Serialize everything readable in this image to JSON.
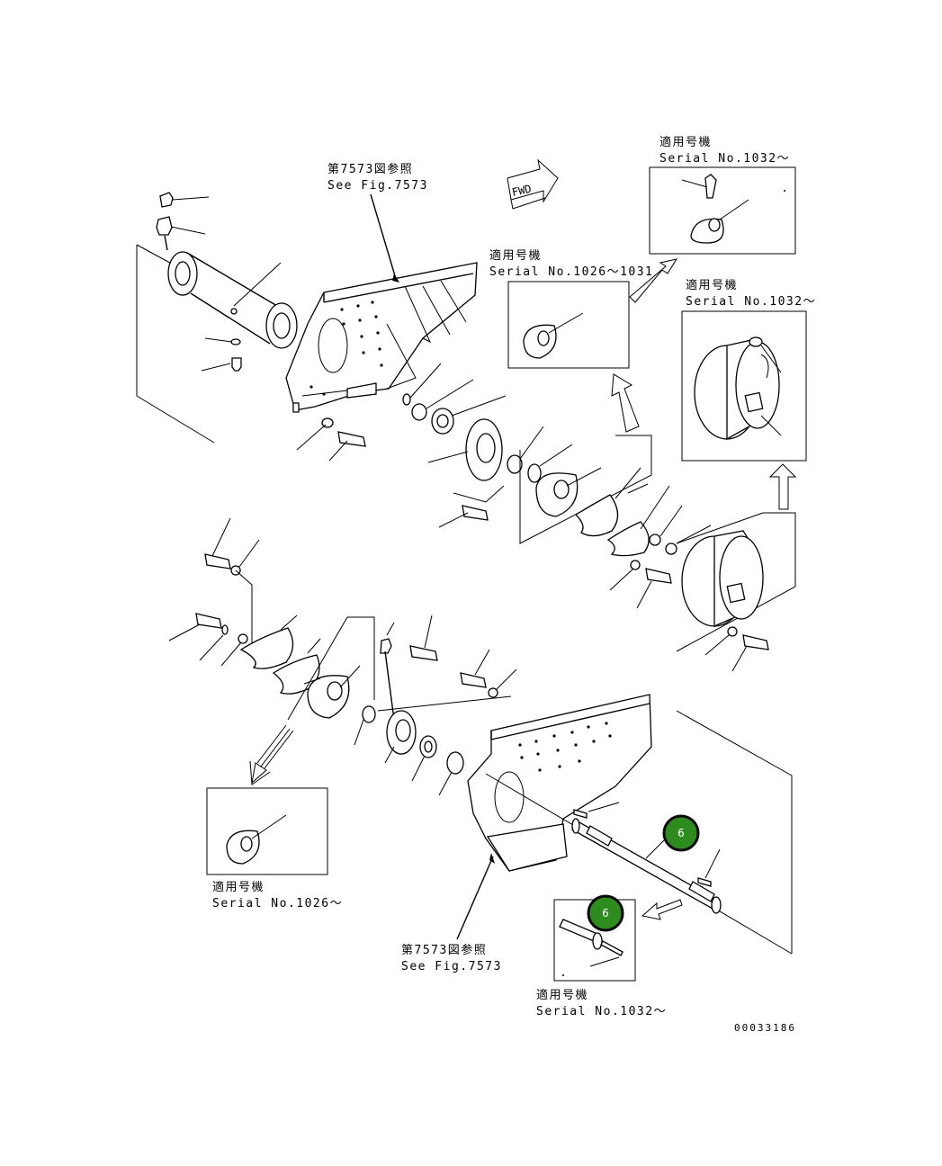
{
  "labels": {
    "see_fig_top_jp": "第7573図参照",
    "see_fig_top_en": "See Fig.7573",
    "fwd": "FWD",
    "serial_1026_1031_jp": "適用号機",
    "serial_1026_1031_en": "Serial No.1026～1031",
    "serial_1032_a_jp": "適用号機",
    "serial_1032_a_en": "Serial No.1032～",
    "serial_1032_b_jp": "適用号機",
    "serial_1032_b_en": "Serial No.1032～",
    "serial_1026_jp": "適用号機",
    "serial_1026_en": "Serial No.1026～",
    "see_fig_bottom_jp": "第7573図参照",
    "see_fig_bottom_en": "See Fig.7573",
    "serial_1032_c_jp": "適用号機",
    "serial_1032_c_en": "Serial No.1032～",
    "drawing_number": "00033186"
  },
  "callouts": [
    {
      "number": "6"
    },
    {
      "number": "6"
    }
  ],
  "colors": {
    "callout_fill": "#2e8b1e",
    "callout_border": "#0a0a0a"
  }
}
